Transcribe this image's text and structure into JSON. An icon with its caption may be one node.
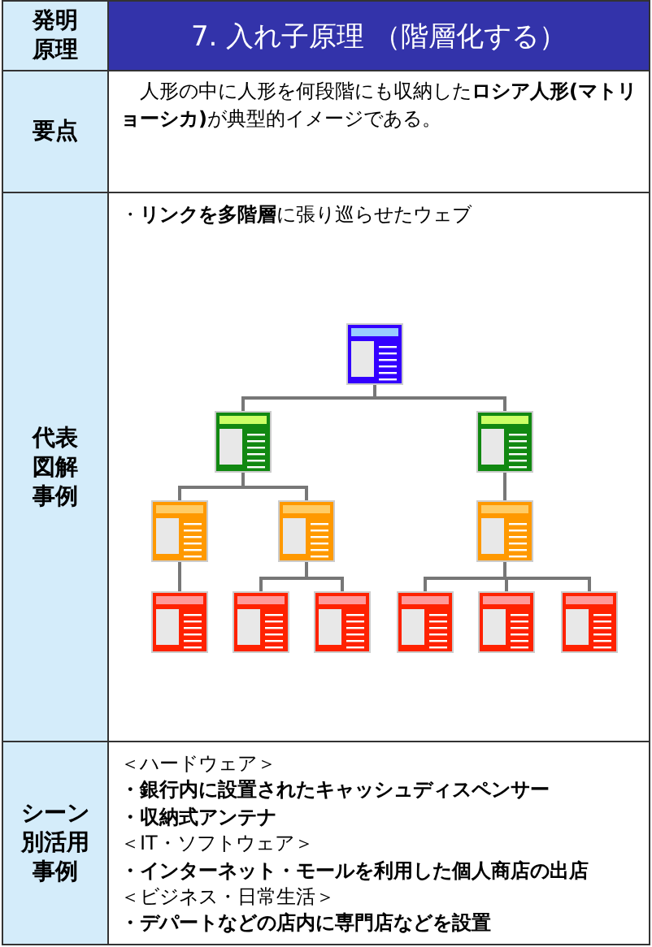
{
  "diagram": {
    "nodes": [
      {
        "text": [],
        "shape": "box"
      },
      {
        "text": [],
        "shape": "box"
      },
      {
        "text": [],
        "shape": "box"
      },
      {
        "text": [],
        "shape": "box"
      },
      {
        "text": [],
        "shape": "box"
      },
      {
        "text": [],
        "shape": "box"
      },
      {
        "text": [],
        "shape": "box"
      },
      {
        "text": [],
        "shape": "box"
      },
      {
        "text": [],
        "shape": "box"
      },
      {
        "text": [],
        "shape": "box"
      },
      {
        "text": [],
        "shape": "box"
      },
      {
        "text": [],
        "shape": "box"
      }
    ],
    "edges": [
      {
        "from": 0,
        "to": 1,
        "arrow": "none"
      },
      {
        "from": 0,
        "to": 2,
        "arrow": "none"
      },
      {
        "from": 1,
        "to": 3,
        "arrow": "none"
      },
      {
        "from": 1,
        "to": 4,
        "arrow": "none"
      },
      {
        "from": 2,
        "to": 5,
        "arrow": "none"
      },
      {
        "from": 3,
        "to": 6,
        "arrow": "none"
      },
      {
        "from": 4,
        "to": 7,
        "arrow": "none"
      },
      {
        "from": 4,
        "to": 8,
        "arrow": "none"
      },
      {
        "from": 5,
        "to": 9,
        "arrow": "none"
      },
      {
        "from": 5,
        "to": 10,
        "arrow": "none"
      },
      {
        "from": 5,
        "to": 11,
        "arrow": "none"
      }
    ],
    "labels": [
      "発明原理",
      "7. 入れ子原理 （階層化する）",
      "要点",
      "人形の中に人形を何段階にも収納した**ロシア人形(マトリョーシカ)**が典型的イメージである。",
      "代表図解事例",
      "・**リンクを多階層**に張り巡らせたウェブ",
      "シーン別活用事例",
      "＜ハードウェア＞",
      "・銀行内に設置されたキャッシュディスペンサー",
      "・収納式アンテナ",
      "＜IT・ソフトウェア＞",
      "・インターネット・モールを利用した個人商店の出店",
      "＜ビジネス・日常生活＞",
      "・デパートなどの店内に専門店などを設置"
    ]
  }
}
